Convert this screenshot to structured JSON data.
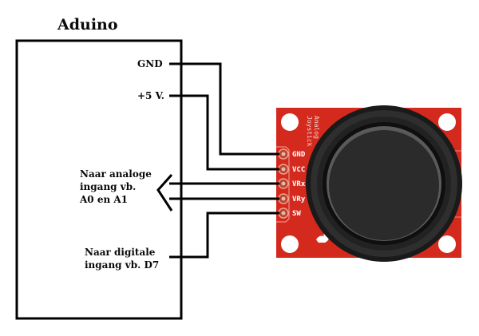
{
  "diagram": {
    "title": "Aduino",
    "arduino_labels": {
      "gnd": "GND",
      "vcc": "+5 V.",
      "analog": [
        "Naar analoge",
        "ingang vb.",
        "A0 en A1"
      ],
      "digital": [
        "Naar digitale",
        "ingang vb. D7"
      ]
    },
    "module": {
      "silkscreen": [
        "Analog",
        "Joystick"
      ],
      "pins": [
        "GND",
        "VCC",
        "VRx",
        "VRy",
        "SW"
      ],
      "board_color": "#d42a1e",
      "knob_color": "#2b2b2b"
    },
    "wire_color": "#000000"
  }
}
